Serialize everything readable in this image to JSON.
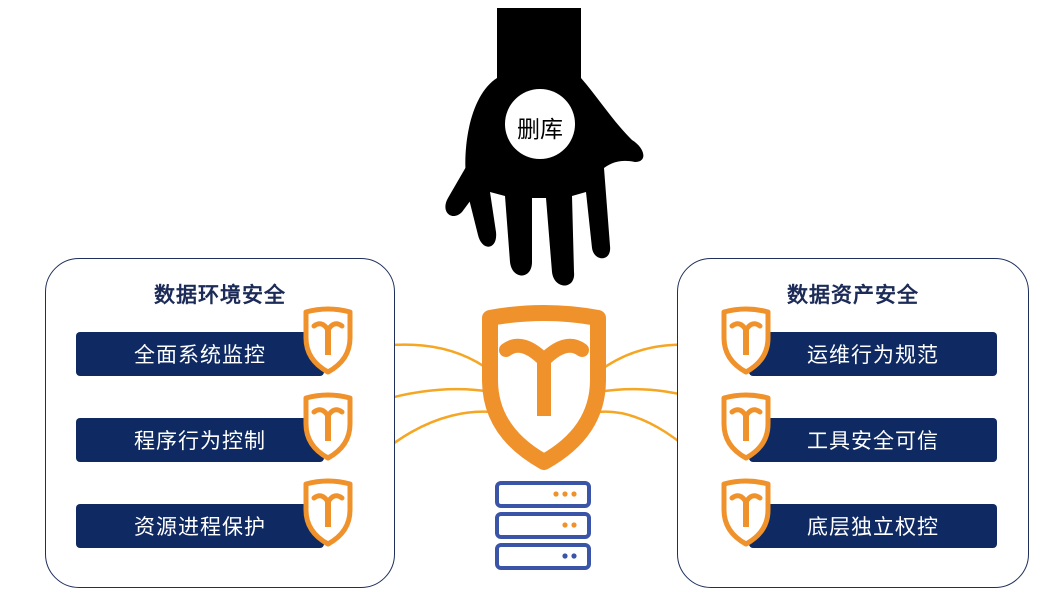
{
  "hand": {
    "label": "删库"
  },
  "left_panel": {
    "title": "数据环境安全",
    "items": [
      "全面系统监控",
      "程序行为控制",
      "资源进程保护"
    ]
  },
  "right_panel": {
    "title": "数据资产安全",
    "items": [
      "运维行为规范",
      "工具安全可信",
      "底层独立权控"
    ]
  },
  "colors": {
    "navy": "#0f2a63",
    "orange": "#f0922b",
    "line": "#f5a623",
    "server": "#3a54a8"
  }
}
